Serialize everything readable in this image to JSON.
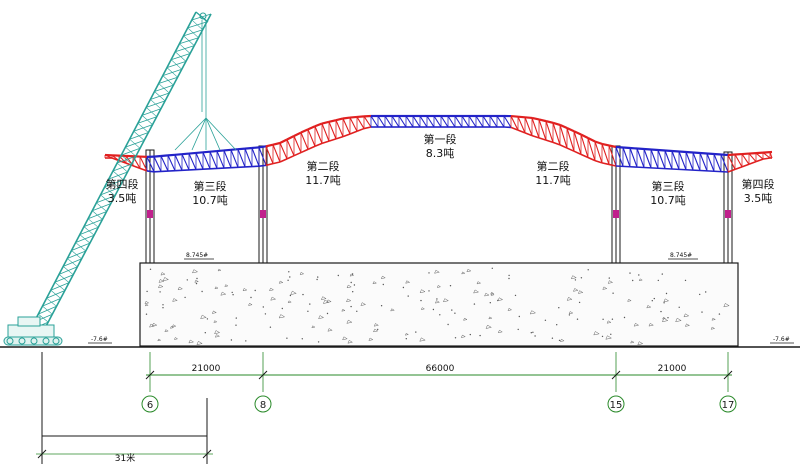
{
  "segments": {
    "seg1": {
      "name": "第一段",
      "weight": "8.3吨"
    },
    "seg2_left": {
      "name": "第二段",
      "weight": "11.7吨"
    },
    "seg2_right": {
      "name": "第二段",
      "weight": "11.7吨"
    },
    "seg3_left": {
      "name": "第三段",
      "weight": "10.7吨"
    },
    "seg3_right": {
      "name": "第三段",
      "weight": "10.7吨"
    },
    "seg4_left": {
      "name": "第四段",
      "weight": "3.5吨"
    },
    "seg4_right": {
      "name": "第四段",
      "weight": "3.5吨"
    }
  },
  "elevations": {
    "left_top": "8.745#",
    "right_top": "8.745#",
    "left_ground": "-7.6#",
    "right_ground": "-7.6#"
  },
  "dimensions": {
    "d_6_8": "21000",
    "d_8_15": "66000",
    "d_15_17": "21000",
    "crane_radius": "31米"
  },
  "axes": [
    "6",
    "8",
    "15",
    "17"
  ],
  "colors": {
    "crane": "#2aa198",
    "truss_blue": "#2323c8",
    "truss_red": "#e02020",
    "axis_circle": "#2a8a2a",
    "line": "#1a1a1a"
  }
}
